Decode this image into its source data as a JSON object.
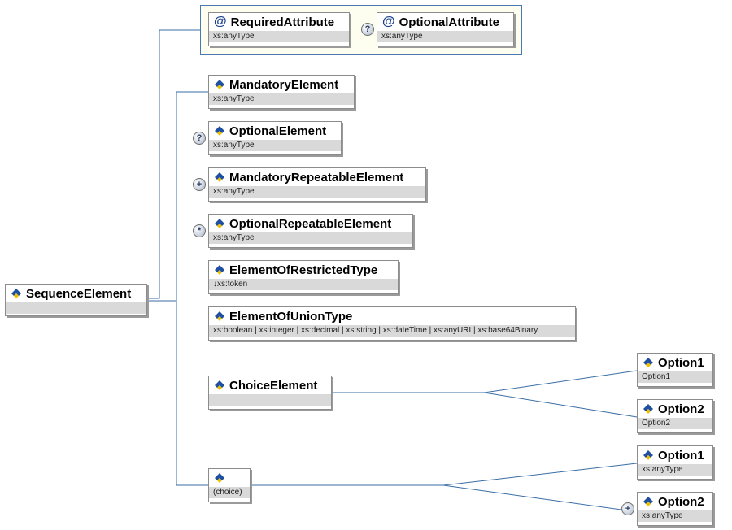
{
  "root": {
    "name": "SequenceElement"
  },
  "attributes": [
    {
      "icon": "@",
      "name": "RequiredAttribute",
      "type": "xs:anyType"
    },
    {
      "icon": "@",
      "name": "OptionalAttribute",
      "type": "xs:anyType",
      "badge": "?"
    }
  ],
  "elements": [
    {
      "name": "MandatoryElement",
      "type": "xs:anyType"
    },
    {
      "name": "OptionalElement",
      "type": "xs:anyType",
      "badge": "?"
    },
    {
      "name": "MandatoryRepeatableElement",
      "type": "xs:anyType",
      "badge": "+"
    },
    {
      "name": "OptionalRepeatableElement",
      "type": "xs:anyType",
      "badge": "*"
    },
    {
      "name": "ElementOfRestrictedType",
      "type": "↓xs:token"
    },
    {
      "name": "ElementOfUnionType",
      "type": "xs:boolean | xs:integer | xs:decimal | xs:string | xs:dateTime | xs:anyURI | xs:base64Binary"
    },
    {
      "name": "ChoiceElement",
      "type": ""
    },
    {
      "name": "",
      "type": "(choice)"
    }
  ],
  "choice_element_options": [
    {
      "name": "Option1",
      "type": "Option1"
    },
    {
      "name": "Option2",
      "type": "Option2"
    }
  ],
  "choice_options": [
    {
      "name": "Option1",
      "type": "xs:anyType"
    },
    {
      "name": "Option2",
      "type": "xs:anyType",
      "badge": "+"
    }
  ],
  "colors": {
    "connector": "#3a6ea5",
    "icon_blue": "#1f4fa0",
    "icon_yellow": "#f0c000",
    "type_bar": "#d9d9d9"
  },
  "icons": {
    "element": "element-diamond-icon",
    "attribute": "attribute-at-icon",
    "occurrence": "occurrence-badge-icon"
  }
}
